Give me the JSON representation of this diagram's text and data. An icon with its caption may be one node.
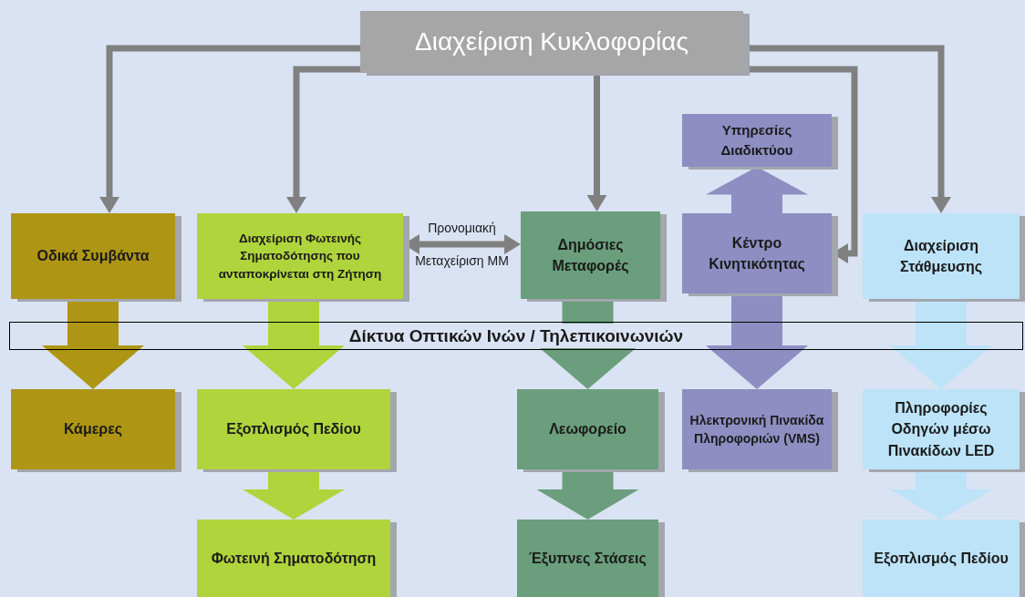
{
  "diagram": {
    "nodes": [
      {
        "text": [
          "Διαχείριση Κυκλοφορίας"
        ]
      },
      {
        "text": [
          "Οδικά Συμβάντα"
        ]
      },
      {
        "text": [
          "Διαχείριση Φωτεινής Σηματοδότησης που ανταποκρίνεται στη Ζήτηση"
        ]
      },
      {
        "text": [
          "Δημόσιες Μεταφορές"
        ]
      },
      {
        "text": [
          "Υπηρεσίες Διαδικτύου"
        ]
      },
      {
        "text": [
          "Κέντρο Κινητικότητας"
        ]
      },
      {
        "text": [
          "Διαχείριση Στάθμευσης"
        ]
      },
      {
        "text": [
          "Δίκτυα Οπτικών Ινών / Τηλεπικοινωνιών"
        ]
      },
      {
        "text": [
          "Κάμερες"
        ]
      },
      {
        "text": [
          "Εξοπλισμός Πεδίου"
        ]
      },
      {
        "text": [
          "Λεωφορείο"
        ]
      },
      {
        "text": [
          "Ηλεκτρονική Πινακίδα Πληροφοριών (VMS)"
        ]
      },
      {
        "text": [
          "Πληροφορίες Οδηγών μέσω Πινακίδων LED"
        ]
      },
      {
        "text": [
          "Φωτεινή Σηματοδότηση"
        ]
      },
      {
        "text": [
          "Έξυπνες Στάσεις"
        ]
      },
      {
        "text": [
          "Εξοπλισμός Πεδίου"
        ]
      }
    ],
    "edges": [
      {
        "from": 0,
        "to": 1,
        "arrow": "to"
      },
      {
        "from": 0,
        "to": 2,
        "arrow": "to"
      },
      {
        "from": 0,
        "to": 3,
        "arrow": "to"
      },
      {
        "from": 0,
        "to": 5,
        "arrow": "to"
      },
      {
        "from": 0,
        "to": 6,
        "arrow": "to"
      },
      {
        "from": 2,
        "to": 3,
        "arrow": "both",
        "label": "Προνομιακή Μεταχείριση ΜΜ"
      },
      {
        "from": 5,
        "to": 4,
        "arrow": "to",
        "style": "thick",
        "color": "#8e8ec3"
      },
      {
        "from": 1,
        "to": 8,
        "arrow": "to",
        "style": "thick",
        "color": "#ae9614"
      },
      {
        "from": 2,
        "to": 9,
        "arrow": "to",
        "style": "thick",
        "color": "#b0d43c"
      },
      {
        "from": 3,
        "to": 10,
        "arrow": "to",
        "style": "thick",
        "color": "#6a9e7c"
      },
      {
        "from": 5,
        "to": 11,
        "arrow": "to",
        "style": "thick",
        "color": "#8e8ec3"
      },
      {
        "from": 6,
        "to": 12,
        "arrow": "to",
        "style": "thick",
        "color": "#bde3f8"
      },
      {
        "from": 9,
        "to": 13,
        "arrow": "to",
        "style": "thick",
        "color": "#b0d43c"
      },
      {
        "from": 10,
        "to": 14,
        "arrow": "to",
        "style": "thick",
        "color": "#6a9e7c"
      },
      {
        "from": 12,
        "to": 15,
        "arrow": "to",
        "style": "thick",
        "color": "#bde3f8"
      }
    ]
  }
}
